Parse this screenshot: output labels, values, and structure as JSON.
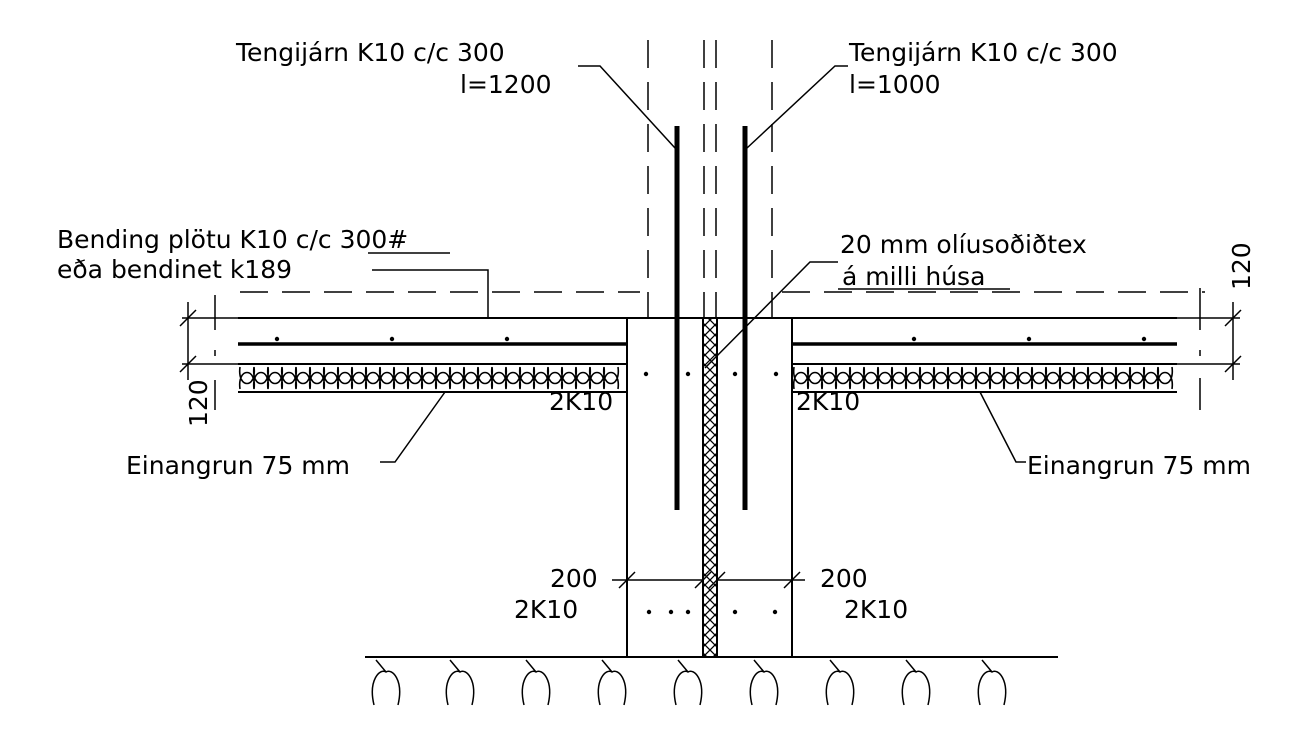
{
  "labels": {
    "tie_left": "Tengijárn K10 c/c 300",
    "tie_left_len": "l=1200",
    "tie_right": "Tengijárn K10 c/c 300",
    "tie_right_len": "l=1000",
    "slab_rebar": "Bending plötu K10 c/c 300#",
    "slab_rebar_alt": "eða bendinet k189",
    "joint_fill": "20 mm olíusoðiðtex",
    "joint_fill_2": "á milli húsa",
    "dim_120_right": "120",
    "dim_120_left": "120",
    "wall_bar_left_top": "2K10",
    "wall_bar_right_top": "2K10",
    "insulation_left": "Einangrun 75 mm",
    "insulation_right": "Einangrun 75 mm",
    "wall_width_left": "200",
    "wall_bar_left_bottom": "2K10",
    "wall_width_right": "200",
    "wall_bar_right_bottom": "2K10"
  }
}
